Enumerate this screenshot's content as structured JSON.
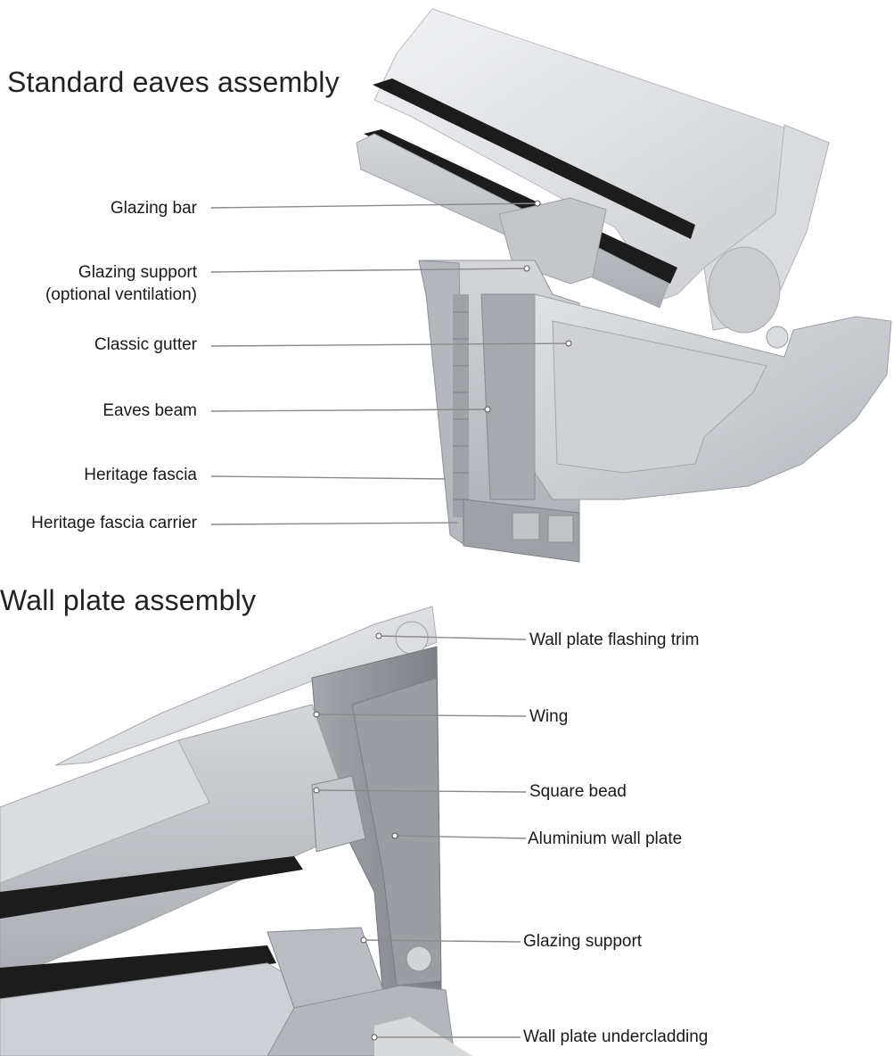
{
  "sections": {
    "eaves": {
      "title": "Standard eaves assembly",
      "labels": [
        {
          "line1": "Glazing bar"
        },
        {
          "line1": "Glazing support",
          "line2": "(optional ventilation)"
        },
        {
          "line1": "Classic gutter"
        },
        {
          "line1": "Eaves beam"
        },
        {
          "line1": "Heritage fascia"
        },
        {
          "line1": "Heritage fascia carrier"
        }
      ]
    },
    "wall": {
      "title": "Wall plate assembly",
      "labels": [
        {
          "line1": "Wall plate flashing trim"
        },
        {
          "line1": "Wing"
        },
        {
          "line1": "Square bead"
        },
        {
          "line1": "Aluminium wall plate"
        },
        {
          "line1": "Glazing support"
        },
        {
          "line1": "Wall plate undercladding"
        }
      ]
    }
  },
  "colors": {
    "profile_light": "#e6e7ea",
    "profile_mid": "#c6c8cc",
    "profile_dark": "#8f9297",
    "gasket": "#1c1c1c",
    "leader": "#8a8a8a"
  }
}
